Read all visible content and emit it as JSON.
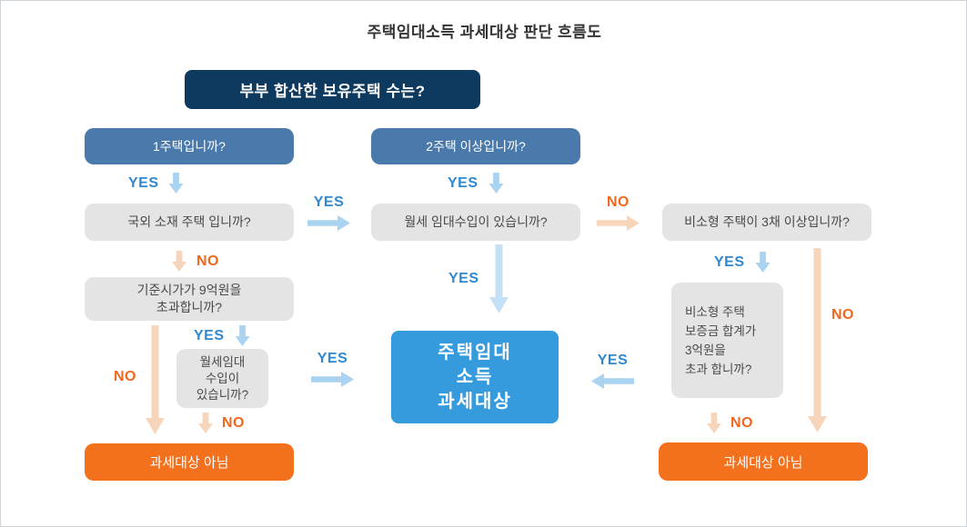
{
  "page": {
    "title": "주택임대소득 과세대상 판단 흐름도"
  },
  "labels": {
    "yes": "YES",
    "no": "NO"
  },
  "nodes": {
    "root": "부부 합산한 보유주택 수는?",
    "left": {
      "one_house": "1주택입니까?",
      "overseas": "국외 소재 주택 입니까?",
      "price_over": [
        "기준시가가 9억원을",
        "초과합니까?"
      ],
      "monthly_rent_small": [
        "월세임대",
        "수입이",
        "있습니까?"
      ],
      "not_taxable": "과세대상 아님"
    },
    "center": {
      "two_plus": "2주택 이상입니까?",
      "monthly_rent": "월세 임대수입이 있습니까?",
      "taxable": [
        "주택임대",
        "소득",
        "과세대상"
      ]
    },
    "right": {
      "nonsmall_three": "비소형 주택이 3채 이상입니까?",
      "deposit_over": [
        "비소형 주택",
        "보증금 합계가",
        "3억원을",
        "초과 합니까?"
      ],
      "not_taxable": "과세대상 아님"
    }
  },
  "colors": {
    "navy_box": "#0e3a5f",
    "steel_blue_box": "#4a7aab",
    "gray_box": "#e4e4e4",
    "taxable_blue_box": "#359bdc",
    "orange_box": "#f3701d",
    "yes_text": "#2f88d0",
    "no_text": "#f2671e",
    "blue_arrow": "#a9d3f1",
    "blue_arrow_light": "#c5e0f5",
    "orange_arrow": "#f7d5ba",
    "border": "#cfd4d9"
  }
}
